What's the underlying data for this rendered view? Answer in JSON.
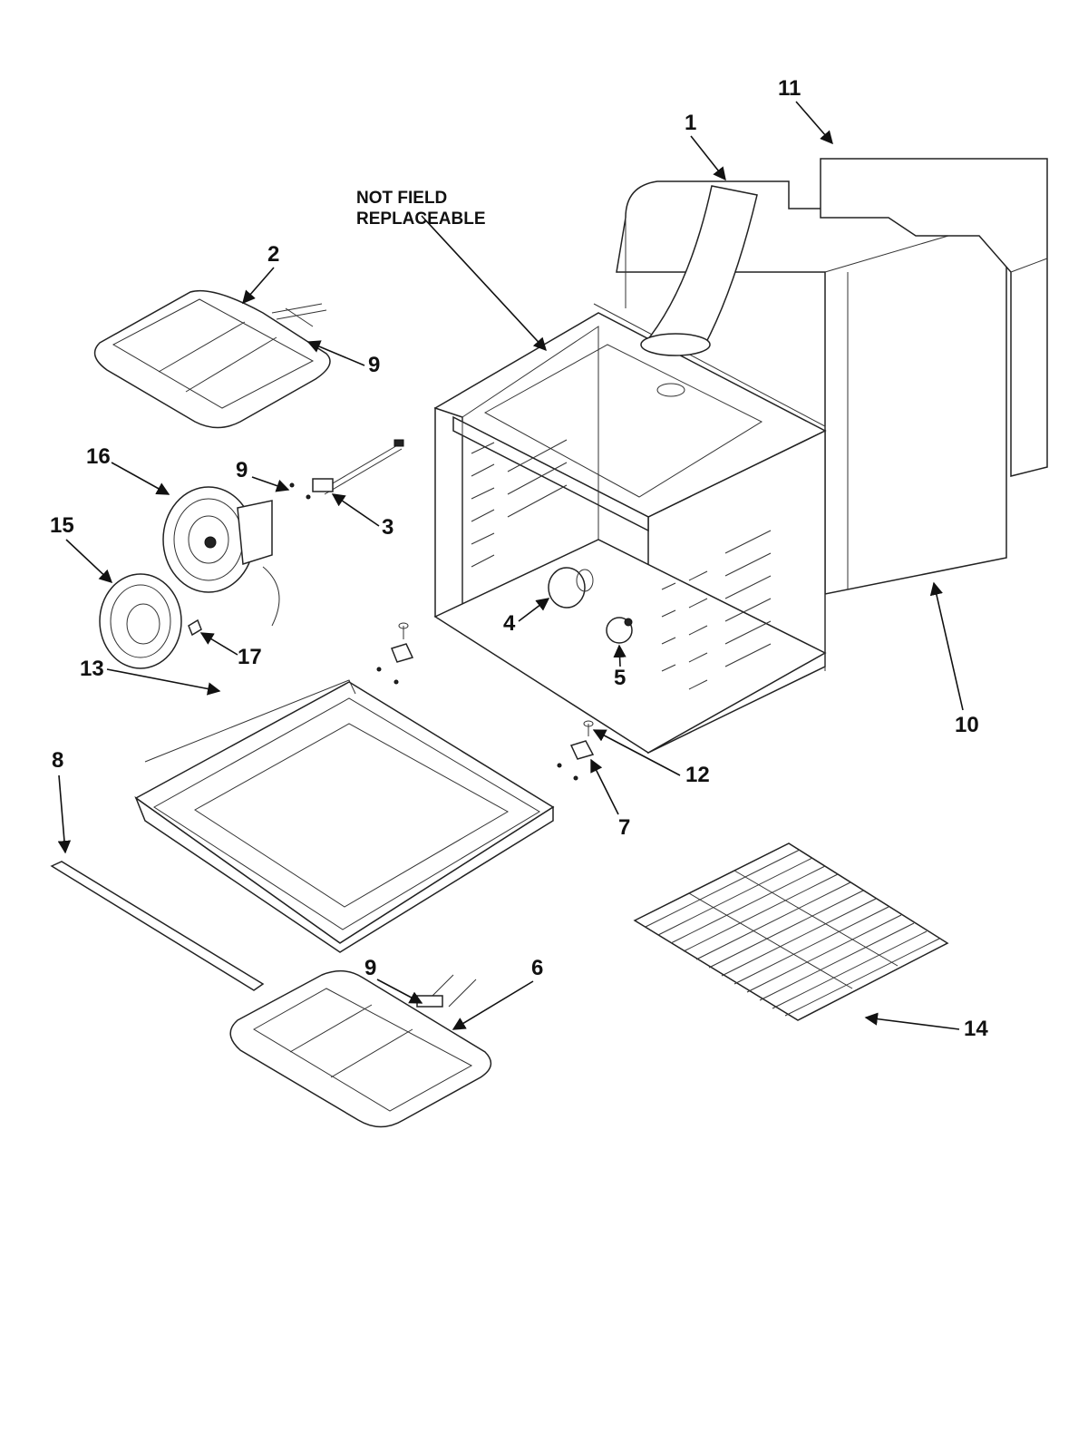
{
  "note": {
    "line1": "NOT FIELD",
    "line2": "REPLACEABLE"
  },
  "callouts": {
    "c1": "1",
    "c2": "2",
    "c3": "3",
    "c4": "4",
    "c5": "5",
    "c6": "6",
    "c7": "7",
    "c8": "8",
    "c9a": "9",
    "c9b": "9",
    "c9c": "9",
    "c10": "10",
    "c11": "11",
    "c12": "12",
    "c13": "13",
    "c14": "14",
    "c15": "15",
    "c16": "16",
    "c17": "17"
  }
}
